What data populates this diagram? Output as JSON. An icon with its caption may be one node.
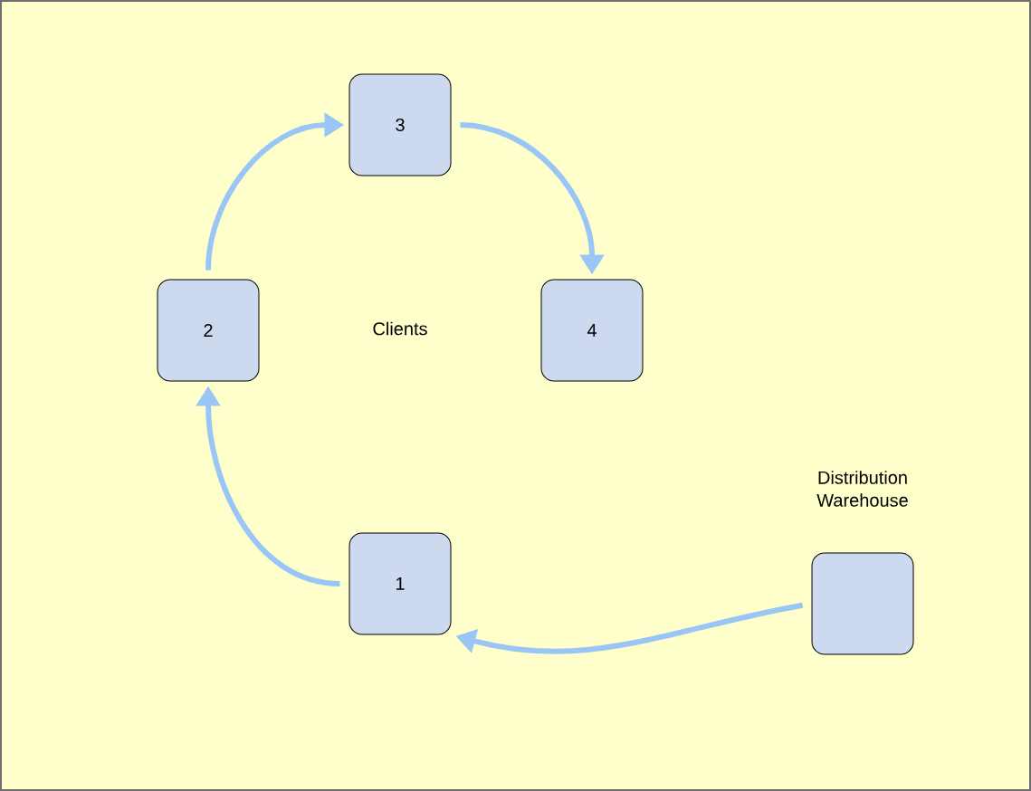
{
  "diagram": {
    "nodes": [
      {
        "text": [
          "3"
        ]
      },
      {
        "text": [
          "2"
        ]
      },
      {
        "text": [
          "4"
        ]
      },
      {
        "text": [
          "1"
        ]
      },
      {
        "text": [
          "Distribution Warehouse"
        ]
      }
    ],
    "edges": [
      {
        "from": 4,
        "to": 3,
        "arrow": "to"
      },
      {
        "from": 3,
        "to": 1,
        "arrow": "to"
      },
      {
        "from": 1,
        "to": 0,
        "arrow": "to"
      },
      {
        "from": 0,
        "to": 2,
        "arrow": "to"
      }
    ],
    "labels": [
      "Clients"
    ]
  }
}
